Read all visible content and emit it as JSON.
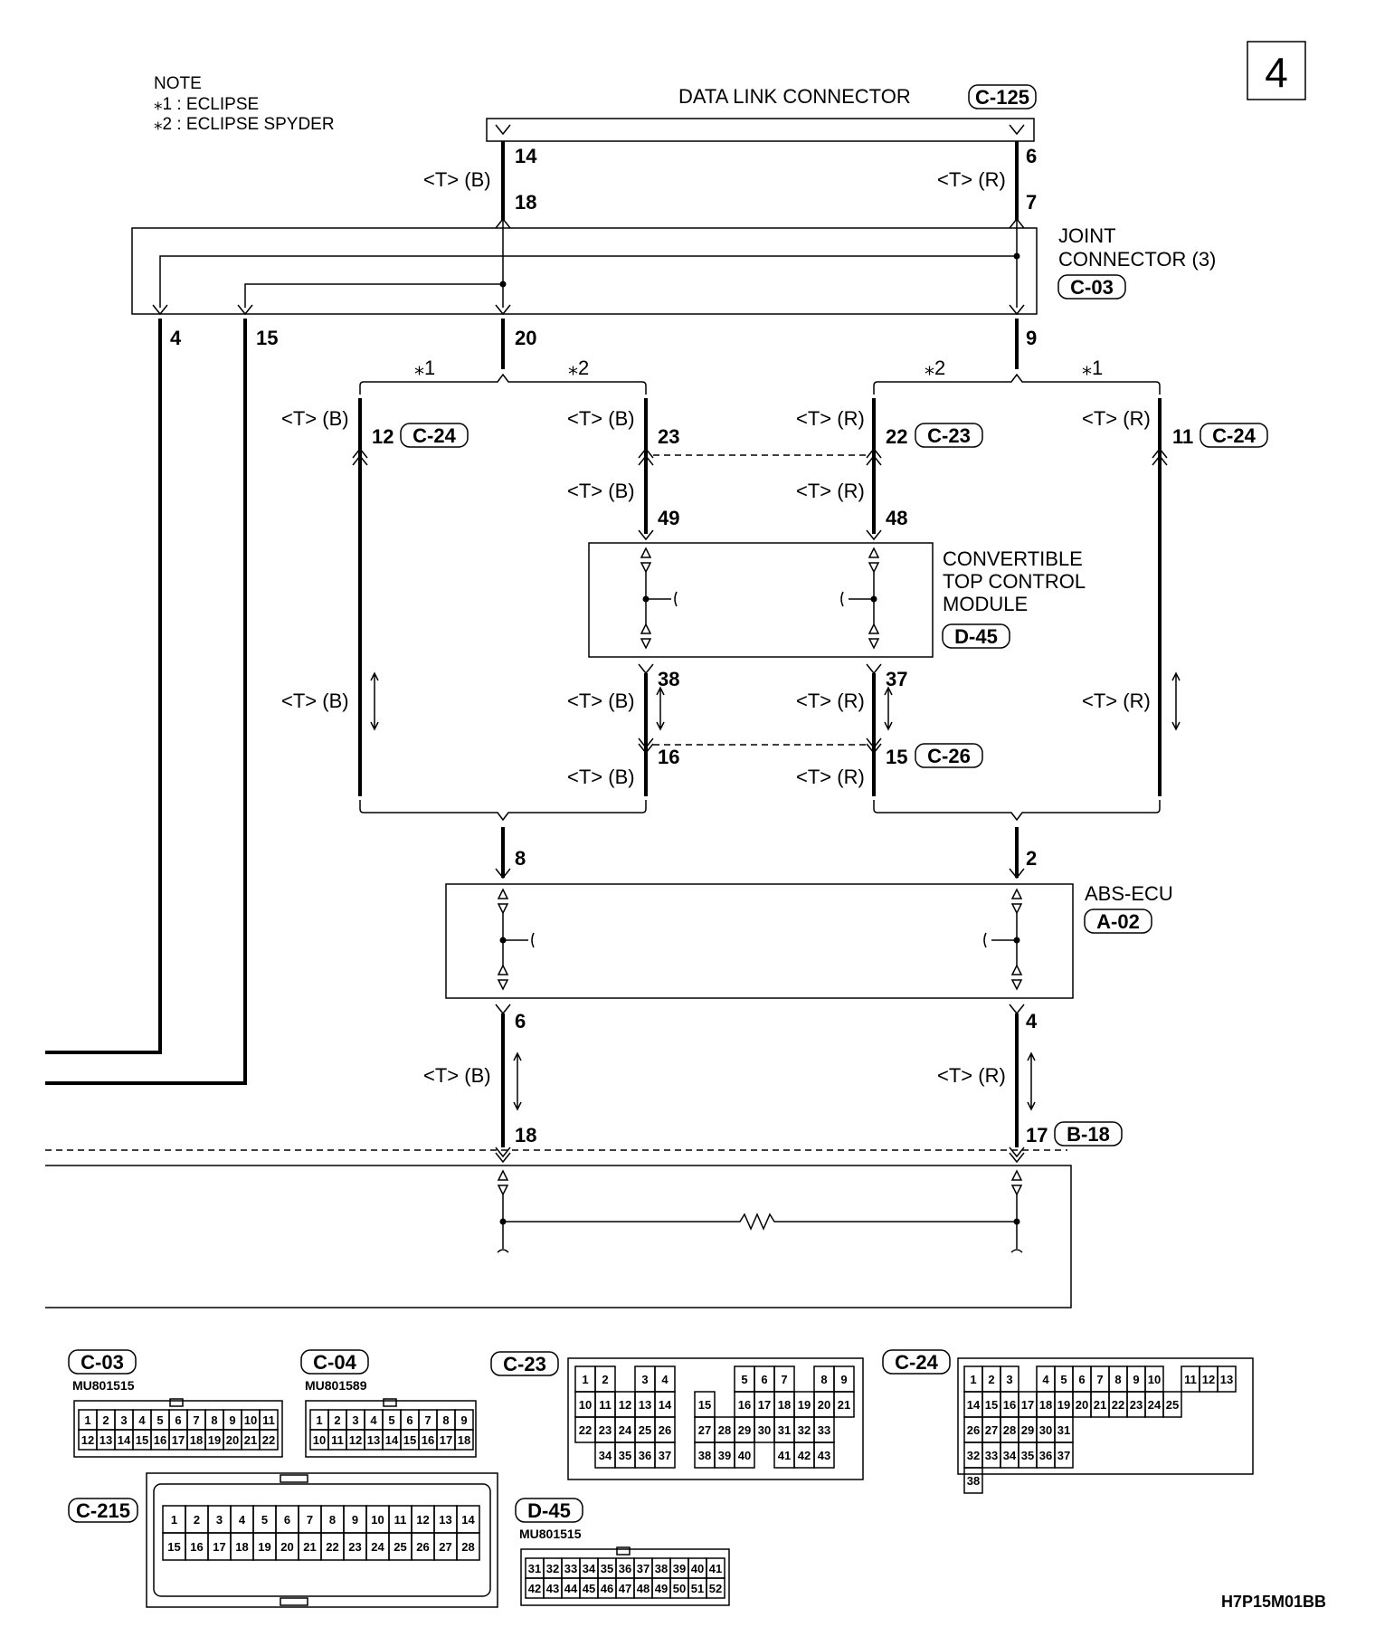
{
  "page_number": "4",
  "note": {
    "title": "NOTE",
    "items": [
      "⁎1 : ECLIPSE",
      "⁎2 : ECLIPSE SPYDER"
    ]
  },
  "components": {
    "dlc": {
      "name": "DATA LINK CONNECTOR",
      "id": "C-125"
    },
    "joint": {
      "name_line1": "JOINT",
      "name_line2": "CONNECTOR (3)",
      "id": "C-03"
    },
    "ctcm": {
      "name_line1": "CONVERTIBLE",
      "name_line2": "TOP CONTROL",
      "name_line3": "MODULE",
      "id": "D-45"
    },
    "abs": {
      "name": "ABS-ECU",
      "id": "A-02"
    }
  },
  "wire_labels": {
    "tb": "<T> (B)",
    "tr": "<T> (R)"
  },
  "variant_marks": {
    "v1": "⁎1",
    "v2": "⁎2"
  },
  "pins": {
    "dlc_b": "14",
    "dlc_r": "6",
    "joint_in_b": "18",
    "joint_in_r": "7",
    "joint_out_4": "4",
    "joint_out_15": "15",
    "joint_out_20": "20",
    "joint_out_9": "9",
    "c24_b": "12",
    "c24_r": "11",
    "c23_b": "23",
    "c23_r": "22",
    "ctcm_in_b": "49",
    "ctcm_in_r": "48",
    "ctcm_out_b": "38",
    "ctcm_out_r": "37",
    "c26_b": "16",
    "c26_r": "15",
    "abs_in_b": "8",
    "abs_in_r": "2",
    "abs_out_b": "6",
    "abs_out_r": "4",
    "b18_b": "18",
    "b18_r": "17"
  },
  "connector_refs": {
    "c24": "C-24",
    "c23": "C-23",
    "c26": "C-26",
    "b18": "B-18"
  },
  "connector_views": {
    "c03": {
      "id": "C-03",
      "part": "MU801515",
      "row1": [
        "1",
        "2",
        "3",
        "4",
        "5",
        "6",
        "7",
        "8",
        "9",
        "10",
        "11"
      ],
      "row2": [
        "12",
        "13",
        "14",
        "15",
        "16",
        "17",
        "18",
        "19",
        "20",
        "21",
        "22"
      ]
    },
    "c04": {
      "id": "C-04",
      "part": "MU801589",
      "row1": [
        "1",
        "2",
        "3",
        "4",
        "5",
        "6",
        "7",
        "8",
        "9"
      ],
      "row2": [
        "10",
        "11",
        "12",
        "13",
        "14",
        "15",
        "16",
        "17",
        "18"
      ]
    },
    "c215": {
      "id": "C-215",
      "row1": [
        "1",
        "2",
        "3",
        "4",
        "5",
        "6",
        "7",
        "8",
        "9",
        "10",
        "11",
        "12",
        "13",
        "14"
      ],
      "row2": [
        "15",
        "16",
        "17",
        "18",
        "19",
        "20",
        "21",
        "22",
        "23",
        "24",
        "25",
        "26",
        "27",
        "28"
      ]
    },
    "d45": {
      "id": "D-45",
      "part": "MU801515",
      "row1": [
        "31",
        "32",
        "33",
        "34",
        "35",
        "36",
        "37",
        "38",
        "39",
        "40",
        "41"
      ],
      "row2": [
        "42",
        "43",
        "44",
        "45",
        "46",
        "47",
        "48",
        "49",
        "50",
        "51",
        "52"
      ]
    },
    "c23": {
      "id": "C-23",
      "cells": [
        [
          "1",
          "2",
          "",
          "3",
          "4",
          "",
          "",
          "",
          "5",
          "6",
          "7",
          "",
          "8",
          "9"
        ],
        [
          "10",
          "11",
          "12",
          "13",
          "14",
          "",
          "15",
          "",
          "16",
          "17",
          "18",
          "19",
          "20",
          "21"
        ],
        [
          "22",
          "23",
          "24",
          "25",
          "26",
          "",
          "27",
          "28",
          "29",
          "30",
          "31",
          "32",
          "33"
        ],
        [
          "",
          "34",
          "35",
          "36",
          "37",
          "",
          "38",
          "39",
          "40",
          "",
          "41",
          "42",
          "43"
        ]
      ]
    },
    "c24": {
      "id": "C-24",
      "cells": [
        [
          "1",
          "2",
          "3",
          "",
          "4",
          "5",
          "6",
          "7",
          "8",
          "9",
          "10",
          "",
          "11",
          "12",
          "13"
        ],
        [
          "14",
          "15",
          "16",
          "17",
          "18",
          "19",
          "20",
          "21",
          "22",
          "23",
          "24",
          "25"
        ],
        [
          "26",
          "27",
          "28",
          "29",
          "30",
          "31"
        ],
        [
          "32",
          "33",
          "34",
          "35",
          "36",
          "37"
        ],
        [
          "38"
        ]
      ]
    }
  },
  "drawing_code": "H7P15M01BB"
}
